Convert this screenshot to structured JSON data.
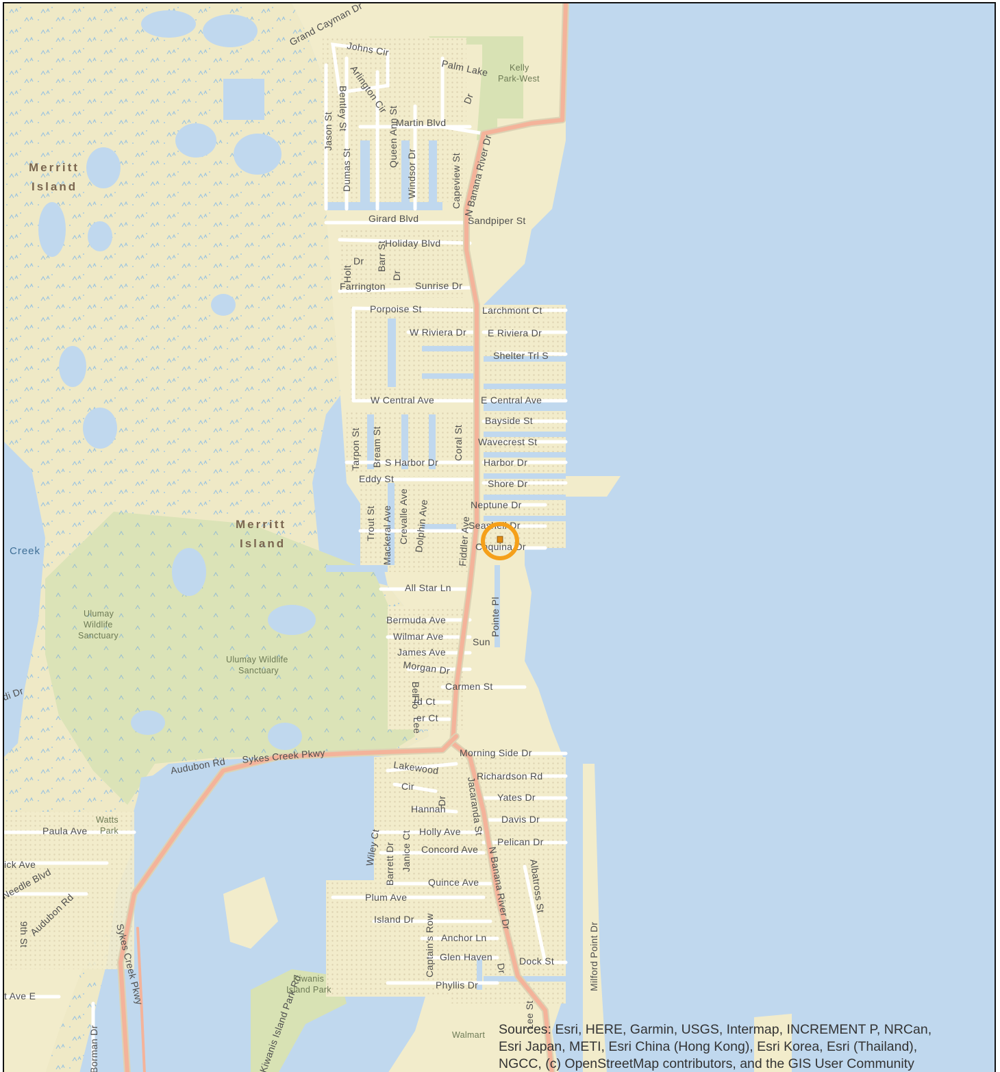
{
  "areas": {
    "merritt_north": [
      "Merritt",
      "Island"
    ],
    "merritt_center": [
      "Merritt",
      "Island"
    ],
    "creek": "Creek"
  },
  "parks": {
    "kelly": [
      "Kelly",
      "Park-West"
    ],
    "ulumay_1": [
      "Ulumay",
      "Wildlife",
      "Sanctuary"
    ],
    "ulumay_2": [
      "Ulumay Wildlife",
      "Sanctuary"
    ],
    "watts": [
      "Watts",
      "Park"
    ],
    "kiwanis": [
      "Kiwanis",
      "Island Park"
    ],
    "walmart": "Walmart"
  },
  "streets": {
    "grand_cayman": "Grand Cayman Dr",
    "johns_cir": "Johns Cir",
    "arlington_cir": "Arlington Cir",
    "palm_lake": "Palm Lake",
    "palm_lake_dr": "Dr",
    "bentley": "Bentley St",
    "jason": "Jason St",
    "queen_ann": "Queen Ann St",
    "martin": "Martin Blvd",
    "dumas": "Dumas St",
    "windsor": "Windsor Dr",
    "capeview": "Capeview St",
    "n_banana_north": "N Banana River Dr",
    "girard": "Girard Blvd",
    "sandpiper": "Sandpiper St",
    "holiday": "Holiday Blvd",
    "holt": "Holt",
    "holt_dr": "Dr",
    "barr": "Barr St",
    "farrington": "Farrington",
    "farrington_dr": "Dr",
    "sunrise": "Sunrise Dr",
    "porpoise": "Porpoise St",
    "larchmont": "Larchmont Ct",
    "w_riviera": "W Riviera Dr",
    "e_riviera": "E Riviera Dr",
    "shelter": "Shelter Trl S",
    "w_central": "W Central Ave",
    "e_central": "E Central Ave",
    "bayside": "Bayside St",
    "tarpon": "Tarpon St",
    "bream": "Bream St",
    "coral": "Coral St",
    "wavecrest": "Wavecrest St",
    "s_harbor": "S Harbor Dr",
    "harbor": "Harbor Dr",
    "eddy": "Eddy St",
    "shore": "Shore Dr",
    "neptune": "Neptune Dr",
    "trout": "Trout St",
    "mackeral": "Mackeral Ave",
    "crevalle": "Crevalle Ave",
    "dolphin": "Dolphin Ave",
    "fiddler": "Fiddler Ave",
    "seashell": "Seashell Dr",
    "coquina": "Coquina Dr",
    "all_star": "All Star Ln",
    "pointe": "Pointe Pl",
    "bermuda": "Bermuda Ave",
    "wilmar": "Wilmar Ave",
    "sun": "Sun",
    "james": "James Ave",
    "morgan": "Morgan Dr",
    "carmen": "Carmen St",
    "la_ct_1": "Bel",
    "la_ct_2": "rd Ct",
    "la_ct_3": "Flo",
    "la_ct_4": "er Ct",
    "la_ct_5": "Lee",
    "audubon_rd": "Audubon Rd",
    "sykes_creek_pkwy": "Sykes Creek Pkwy",
    "morning_side": "Morning Side Dr",
    "lakewood": "Lakewood",
    "lakewood_cir": "Cir",
    "lakewood_dr": "Dr",
    "richardson": "Richardson Rd",
    "jacaranda": "Jacaranda St",
    "yates": "Yates Dr",
    "hannah": "Hannah",
    "davis": "Davis Dr",
    "paula": "Paula Ave",
    "wiley": "Wiley Ct",
    "holly": "Holly Ave",
    "pelican": "Pelican Dr",
    "barrett": "Barrett Dr",
    "janice": "Janice Ct",
    "concord": "Concord Ave",
    "n_banana_south": "N Banana River Dr",
    "albatross": "Albatross St",
    "ick_ave": "ick Ave",
    "quince": "Quince Ave",
    "needle": "Needle Blvd",
    "audubon_sw": "Audubon Rd",
    "plum": "Plum Ave",
    "island_dr": "Island Dr",
    "captains_row": "Captain's Row",
    "sykes_creek_v": "Sykes Creek Pkwy",
    "ninth_st": "9th St",
    "anchor": "Anchor Ln",
    "milford": "Milford Point Dr",
    "glen_haven": "Glen Haven",
    "glen_haven_dr": "Dr",
    "dock": "Dock St",
    "phyllis": "Phyllis Dr",
    "t_ave_e": "t Ave E",
    "kiwanis_rd": "Kiwanis Island Park Rd",
    "borman": "Borman Dr",
    "di_dr": "di Dr",
    "lee_st": "Lee St"
  },
  "marker": {
    "name": "selected-location",
    "color": "#f5a01a"
  },
  "attribution": {
    "line1": "Sources: Esri, HERE, Garmin, USGS, Intermap, INCREMENT P, NRCan,",
    "line2": "Esri Japan, METI, Esri China (Hong Kong), Esri Korea, Esri (Thailand),",
    "line3": "NGCC, (c) OpenStreetMap contributors, and the GIS User Community"
  },
  "colors": {
    "water": "#c0d8ee",
    "land": "#f2eccb",
    "wetland": "#ede8c3",
    "park": "#d8e2b4",
    "major_road": "#f4b39a",
    "road_casing": "#ddd2b4",
    "marker": "#f5a01a"
  }
}
